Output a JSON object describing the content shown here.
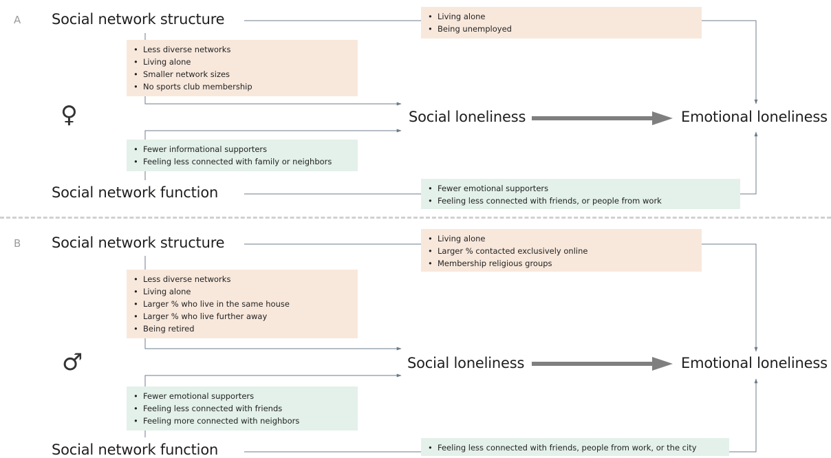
{
  "panel_a": {
    "letter": "A",
    "structure_label": "Social network structure",
    "function_label": "Social network function",
    "sex_symbol": "♀",
    "social_node": "Social loneliness",
    "emotional_node": "Emotional loneliness",
    "emotional_first_letter": "E",
    "emotional_rest": "motional loneliness",
    "structure_emotional_items": [
      "Living alone",
      "Being unemployed"
    ],
    "structure_social_items": [
      "Less diverse networks",
      "Living alone",
      "Smaller network sizes",
      "No sports club membership"
    ],
    "function_social_items": [
      "Fewer informational supporters",
      "Feeling less connected with family or neighbors"
    ],
    "function_emotional_items": [
      "Fewer emotional supporters",
      "Feeling less connected with friends, or people from work"
    ]
  },
  "panel_b": {
    "letter": "B",
    "structure_label": "Social network structure",
    "function_label": "Social network function",
    "sex_symbol": "♂",
    "social_node": "Social loneliness",
    "emotional_node": "Emotional loneliness",
    "emotional_first_letter": "E",
    "emotional_rest": "motional loneliness",
    "structure_emotional_items": [
      "Living alone",
      "Larger % contacted exclusively online",
      "Membership religious groups"
    ],
    "structure_social_items": [
      "Less diverse networks",
      "Living alone",
      "Larger % who live in the same house",
      "Larger % who live further away",
      "Being retired"
    ],
    "function_social_items": [
      "Fewer emotional supporters",
      "Feeling less connected with friends",
      "Feeling more connected with neighbors"
    ],
    "function_emotional_items": [
      "Feeling less connected with friends, people from work, or the city"
    ]
  },
  "colors": {
    "structure_box": "#f8e8dc",
    "function_box": "#e3f1ea",
    "connector": "#6d7b88",
    "big_arrow": "#7f7f7f",
    "divider": "#d0d0d0"
  }
}
